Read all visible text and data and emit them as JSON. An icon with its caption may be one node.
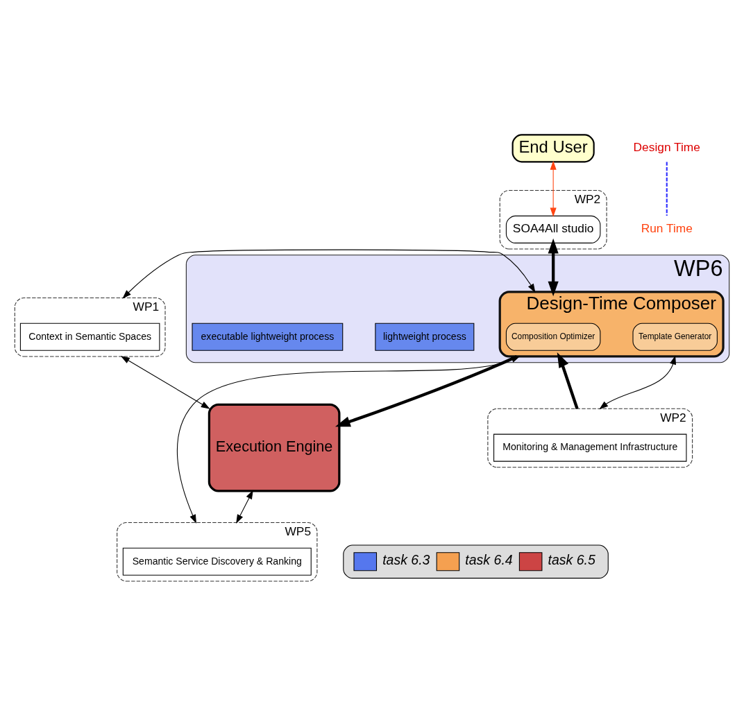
{
  "diagram": {
    "nodes": [
      {
        "text": [
          "End User"
        ]
      },
      {
        "text": [
          "WP2"
        ]
      },
      {
        "text": [
          "SOA4All studio"
        ],
        "in": 1
      },
      {
        "text": [
          "WP6"
        ]
      },
      {
        "text": [
          "lightweight process"
        ],
        "in": 3
      },
      {
        "text": [
          "Design-Time Composer"
        ],
        "in": 3
      },
      {
        "text": [
          "Composition Optimizer"
        ],
        "in": 5
      },
      {
        "text": [
          "Template Generator"
        ],
        "in": 5
      },
      {
        "text": [
          "WP1"
        ]
      },
      {
        "text": [
          "Context in Semantic Spaces"
        ],
        "in": 8
      },
      {
        "text": [
          "WP5"
        ]
      },
      {
        "text": [
          "Semantic Service Discovery & Ranking"
        ],
        "in": 10
      },
      {
        "text": [
          "executable lightweight process"
        ],
        "in": 3
      },
      {
        "text": [
          "Execution Engine"
        ]
      },
      {
        "text": [
          "WP2"
        ]
      },
      {
        "text": [
          "Monitoring & Management Infrastructure"
        ],
        "in": 14
      }
    ],
    "edges": [
      {
        "from": 0,
        "to": 2,
        "arrow": "both",
        "color": "#ff4411"
      },
      {
        "from": 2,
        "to": 5,
        "arrow": "both",
        "style": "thick"
      },
      {
        "from": 8,
        "to": 5,
        "arrow": "both"
      },
      {
        "from": 5,
        "to": 10,
        "arrow": "both"
      },
      {
        "from": 5,
        "to": 13,
        "arrow": "to",
        "style": "thick"
      },
      {
        "from": 5,
        "to": 14,
        "arrow": "both"
      },
      {
        "from": 14,
        "to": 5,
        "arrow": "to",
        "style": "thick"
      },
      {
        "from": 8,
        "to": 13,
        "arrow": "both"
      },
      {
        "from": 13,
        "to": 10,
        "arrow": "both"
      }
    ],
    "labels": [
      "Design Time",
      "Run Time"
    ],
    "legend": [
      {
        "text": "task 6.3",
        "color": "#5577ee"
      },
      {
        "text": "task 6.4",
        "color": "#f5a050"
      },
      {
        "text": "task 6.5",
        "color": "#cc4444"
      }
    ]
  }
}
